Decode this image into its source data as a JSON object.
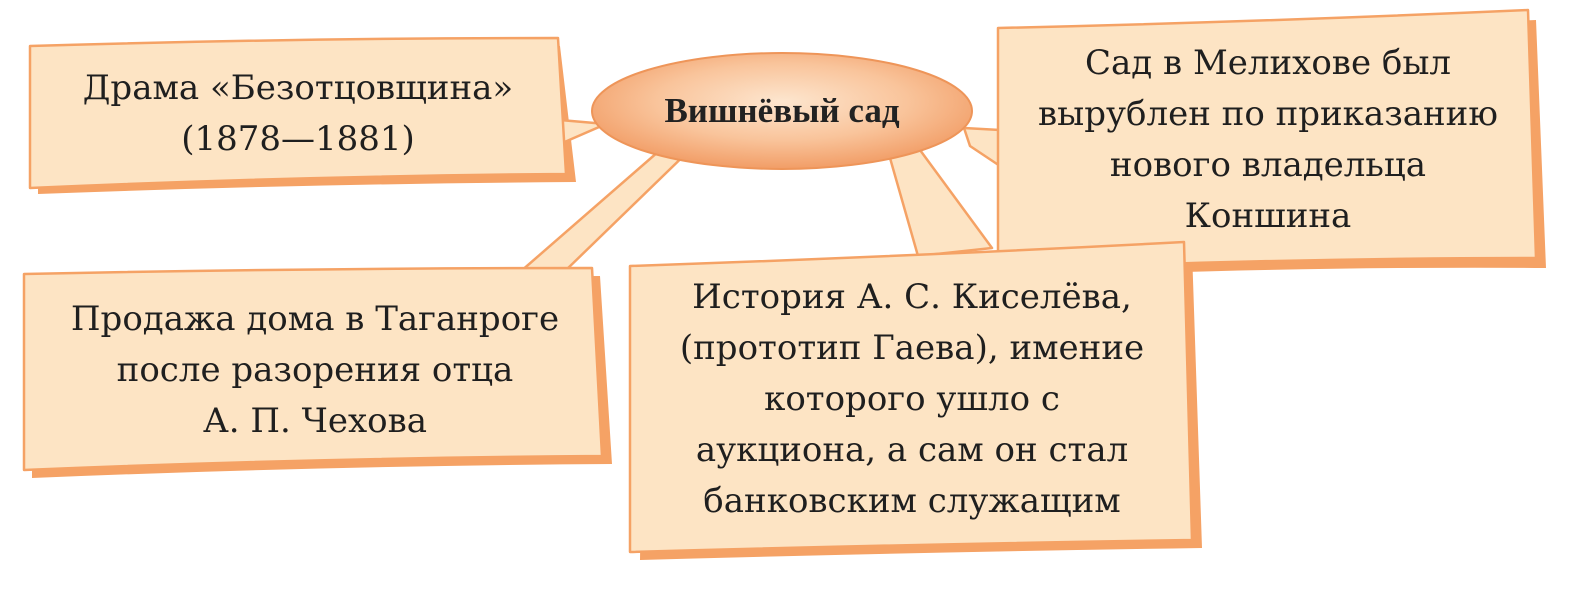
{
  "center": {
    "label": "Вишнёвый сад"
  },
  "notes": [
    {
      "id": "drama",
      "text": "Драма «Безотцовщина»\n(1878—1881)"
    },
    {
      "id": "melikhovo",
      "text": "Сад в Мелихове был\nвырублен по приказанию\nнового владельца\nКоншина"
    },
    {
      "id": "taganrog",
      "text": "Продажа дома в Таганроге\nпосле разорения отца\nА. П. Чехова"
    },
    {
      "id": "kiselev",
      "text": "История А. С. Киселёва,\n(прототип Гаева), имение\nкоторого ушло с\nаукциона, а сам он стал\nбанковским служащим"
    }
  ],
  "colors": {
    "note_fill": "#fde4c4",
    "note_shadow": "#f5a265",
    "center_light": "#fcd7b6",
    "center_dark": "#f29a63"
  }
}
